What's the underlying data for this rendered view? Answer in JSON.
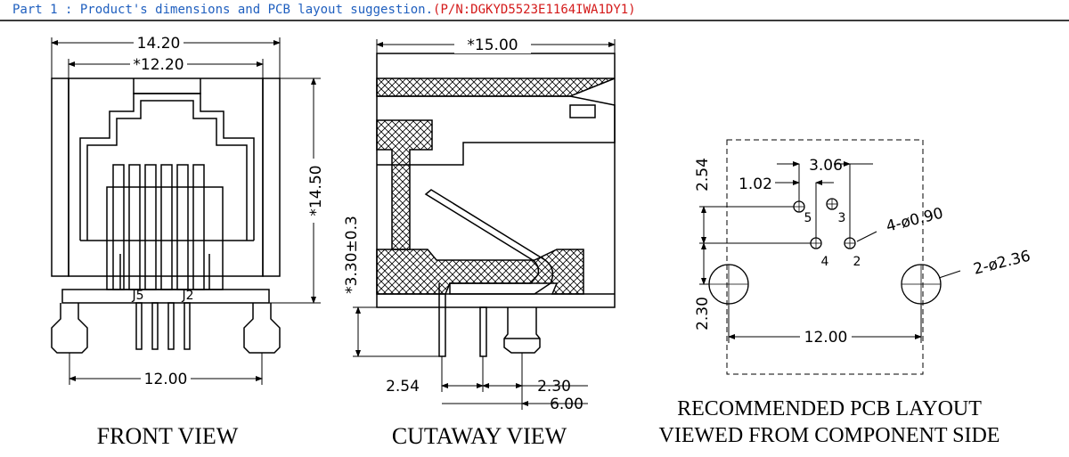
{
  "header": {
    "part_label": "Part 1",
    "separator": " : ",
    "description": "Product's dimensions and PCB layout suggestion.",
    "part_number": "(P/N:DGKYD5523E1164IWA1DY1)",
    "colors": {
      "label": "#1f5fbf",
      "part_number": "#d41a1a"
    }
  },
  "front_view": {
    "caption": "FRONT VIEW",
    "dim_overall_width": "14.20",
    "dim_inner_width": "*12.20",
    "dim_height": "*14.50",
    "dim_pin_span": "12.00",
    "pin_label_left": "J5",
    "pin_label_right": "J2"
  },
  "cutaway_view": {
    "caption": "CUTAWAY VIEW",
    "dim_length": "*15.00",
    "dim_standoff": "*3.30±0.3",
    "dim_pin_pitch": "2.54",
    "dim_pin_to_post": "2.30",
    "dim_total": "6.00"
  },
  "pcb_layout": {
    "caption_line1": "RECOMMENDED PCB LAYOUT",
    "caption_line2": "VIEWED FROM COMPONENT SIDE",
    "dim_row_pitch": "2.54",
    "dim_pin_offset": "1.02",
    "dim_pin_span": "3.06",
    "dim_post_offset": "2.30",
    "dim_post_span": "12.00",
    "hole_small": "4-ø0.90",
    "hole_large": "2-ø2.36",
    "pins": [
      "5",
      "3",
      "4",
      "2"
    ]
  }
}
